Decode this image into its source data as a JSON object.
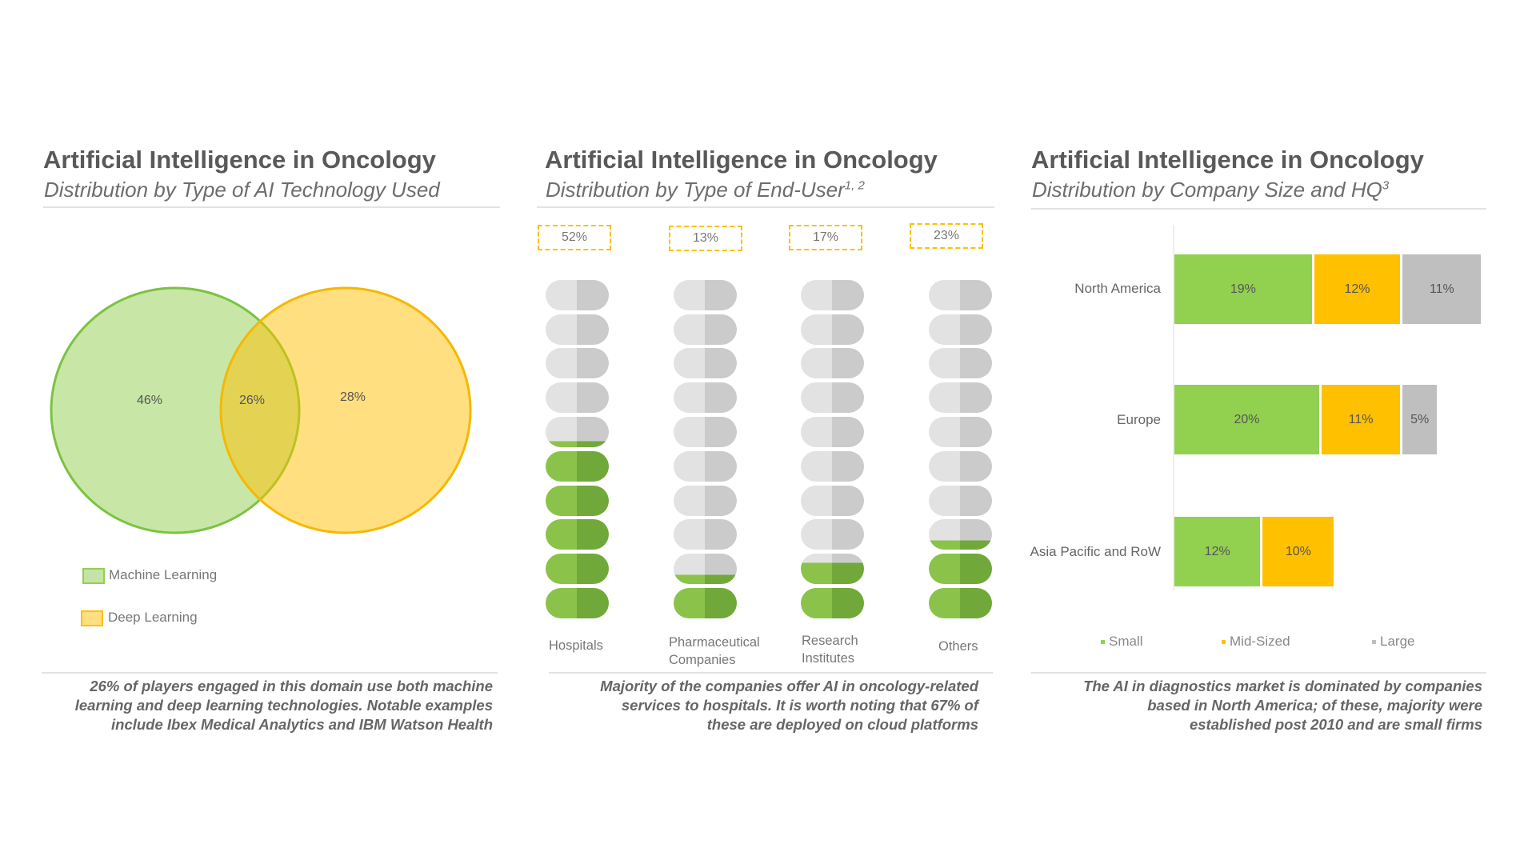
{
  "colors": {
    "green": "#92d050",
    "yellow": "#ffc000",
    "gray": "#bfbfbf"
  },
  "panel1": {
    "title": "Artificial Intelligence in Oncology",
    "subtitle": "Distribution by Type of AI Technology Used",
    "caption": [
      "26% of players engaged  in this domain  use both machine",
      "learning and deep  learning technologies.  Notable examples",
      "include  Ibex Medical Analytics  and IBM Watson Health"
    ]
  },
  "panel2": {
    "title": "Artificial Intelligence in Oncology",
    "subtitle": "Distribution by Type of End-User",
    "subtitle_sup": "1, 2",
    "caption": [
      "Majority of the companies  offer AI in oncology-related",
      "services to hospitals.  It is worth noting  that 67% of",
      "these are deployed  on cloud platforms"
    ]
  },
  "panel3": {
    "title": "Artificial Intelligence in Oncology",
    "subtitle": "Distribution by Company Size and HQ",
    "subtitle_sup": "3",
    "caption": [
      "The AI in diagnostics  market is dominated  by companies",
      "based in North America; of these, majority were",
      "established  post 2010 and are small firms"
    ]
  },
  "chart_data": [
    {
      "type": "venn",
      "sets": [
        {
          "name": "Machine Learning",
          "only_value": 46,
          "label": "46%"
        },
        {
          "name": "Deep Learning",
          "only_value": 28,
          "label": "28%"
        }
      ],
      "intersection": {
        "value": 26,
        "label": "26%"
      },
      "legend": [
        "Machine Learning",
        "Deep Learning"
      ],
      "legend_placement": "bottom-left"
    },
    {
      "type": "pictogram",
      "units_per_column": 10,
      "categories": [
        {
          "lines": [
            "Hospitals"
          ],
          "value": 52,
          "label": "52%"
        },
        {
          "lines": [
            "Pharmaceutical",
            "Companies"
          ],
          "value": 13,
          "label": "13%"
        },
        {
          "lines": [
            "Research",
            "Institutes"
          ],
          "value": 17,
          "label": "17%"
        },
        {
          "lines": [
            "Others"
          ],
          "value": 23,
          "label": "23%"
        }
      ]
    },
    {
      "type": "bar",
      "orientation": "horizontal",
      "stacked": true,
      "categories": [
        "North America",
        "Europe",
        "Asia Pacific and RoW"
      ],
      "series": [
        {
          "name": "Small",
          "values": [
            19,
            20,
            12
          ],
          "labels": [
            "19%",
            "20%",
            "12%"
          ]
        },
        {
          "name": "Mid-Sized",
          "values": [
            12,
            11,
            10
          ],
          "labels": [
            "12%",
            "11%",
            "10%"
          ]
        },
        {
          "name": "Large",
          "values": [
            11,
            5,
            0
          ],
          "labels": [
            "11%",
            "5%",
            ""
          ]
        }
      ],
      "legend": [
        "Small",
        "Mid-Sized",
        "Large"
      ],
      "legend_placement": "bottom",
      "grid": false
    }
  ]
}
